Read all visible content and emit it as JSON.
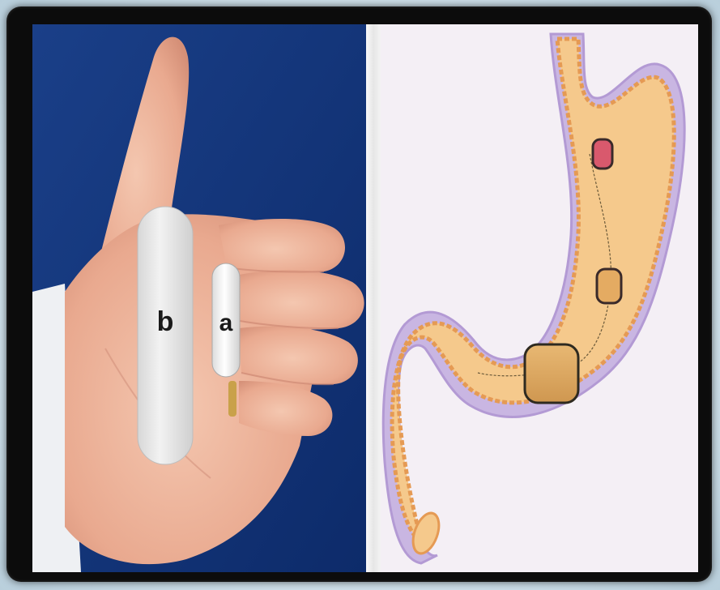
{
  "figure": {
    "left_photo": {
      "description_icon": "hand-holding-capsules-photo",
      "capsule_large_label": "b",
      "capsule_small_label": "a"
    },
    "right_diagram": {
      "description_icon": "stomach-with-capsule-diagram"
    },
    "colors": {
      "photo_background": "#12357a",
      "stomach_fill": "#f5c98c",
      "stomach_outline": "#b9a3d6",
      "stomach_edge": "#e59a54",
      "capsule_top": "#d9596d",
      "capsule_mid": "#e4ab62",
      "capsule_large": "#d9a45c"
    }
  }
}
